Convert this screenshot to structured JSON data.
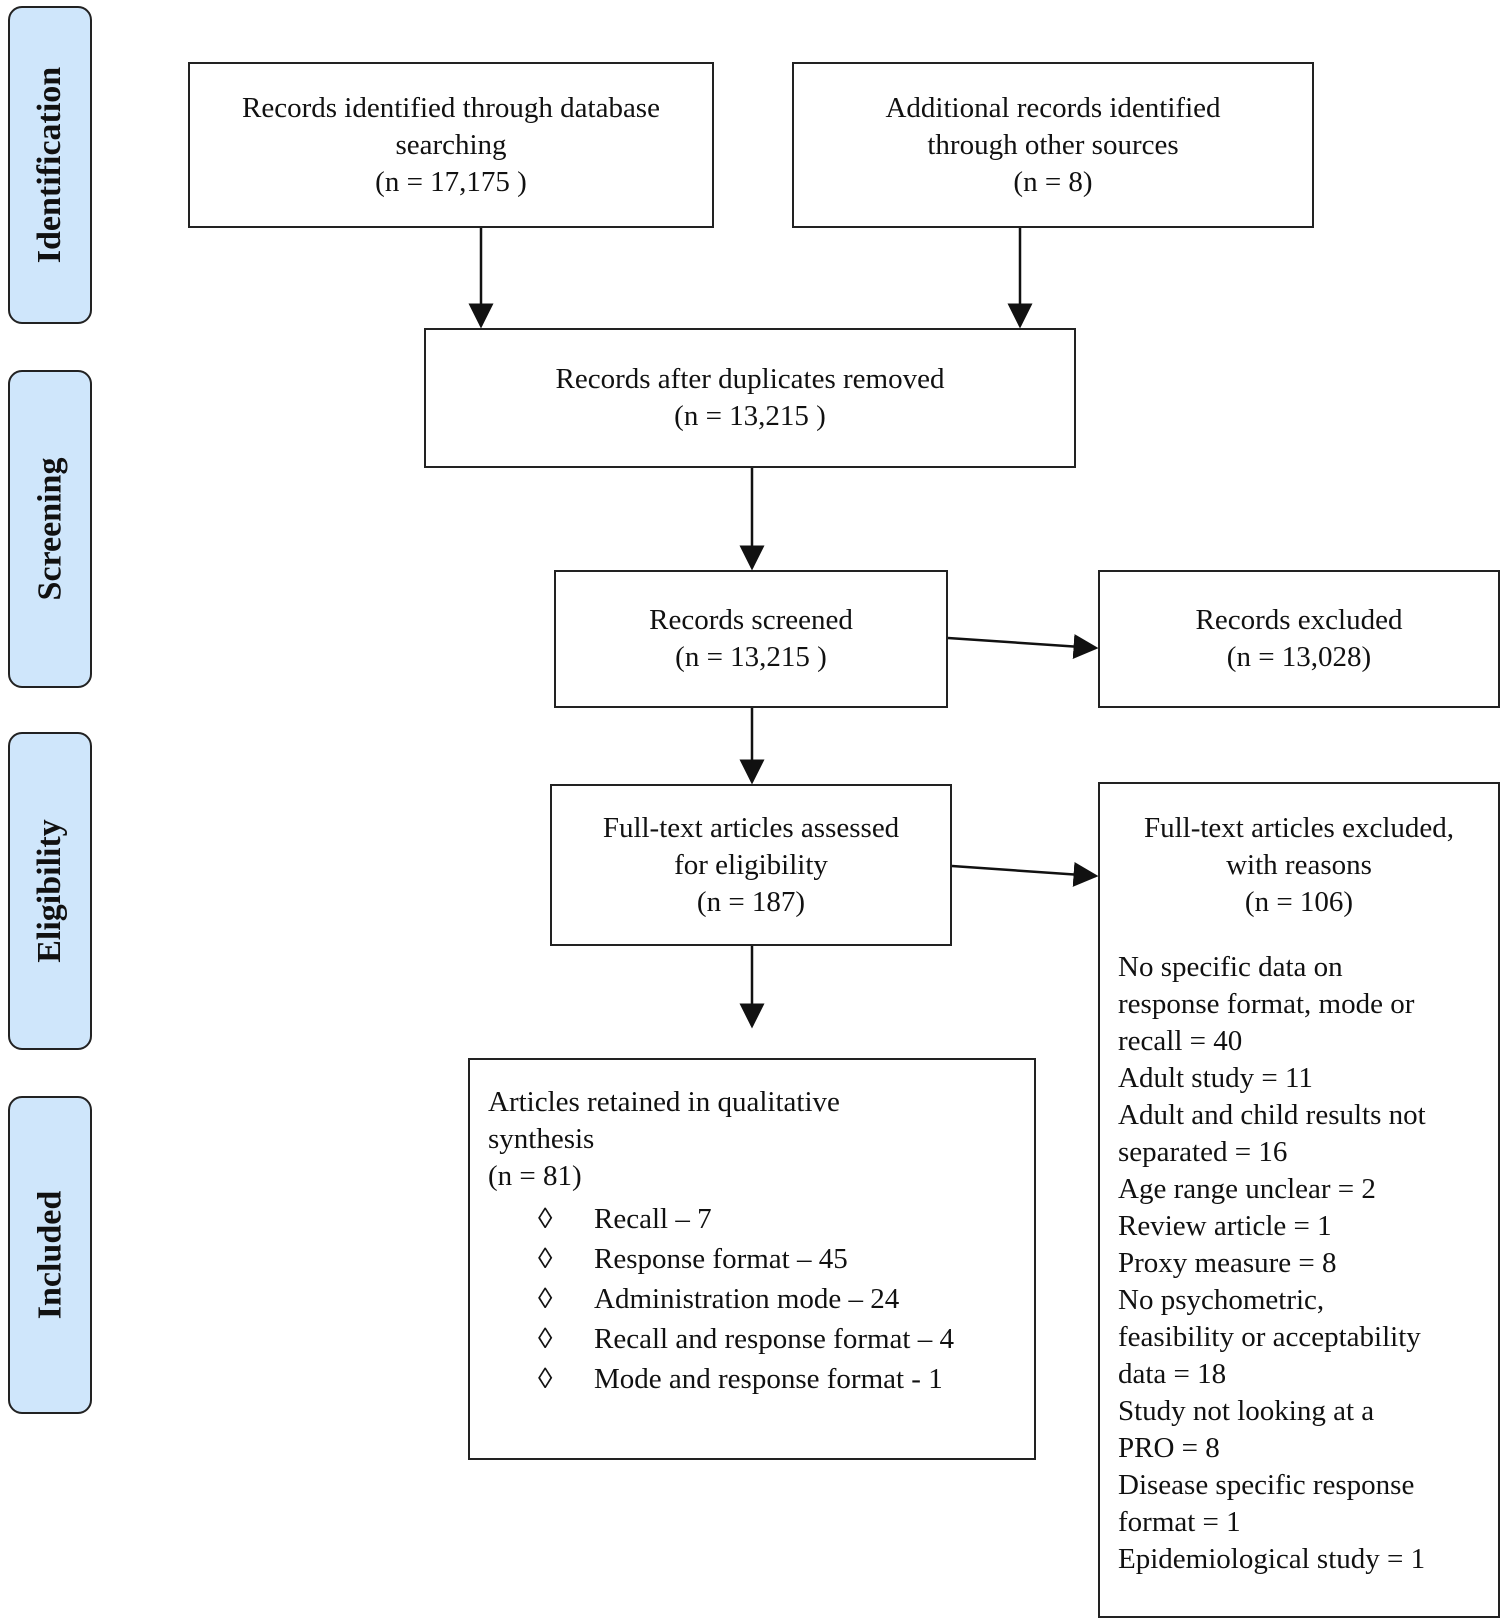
{
  "phases": {
    "identification": "Identification",
    "screening": "Screening",
    "eligibility": "Eligibility",
    "included": "Included"
  },
  "boxes": {
    "database_search": {
      "line1": "Records identified through database",
      "line2": "searching",
      "line3": "(n = 17,175  )"
    },
    "other_sources": {
      "line1": "Additional records identified",
      "line2": "through other sources",
      "line3": "(n = 8)"
    },
    "duplicates_removed": {
      "line1": "Records after duplicates removed",
      "line2": "(n = 13,215  )"
    },
    "screened": {
      "line1": "Records screened",
      "line2": "(n = 13,215  )"
    },
    "excluded": {
      "line1": "Records excluded",
      "line2": "(n = 13,028)"
    },
    "fulltext_assessed": {
      "line1": "Full-text articles assessed",
      "line2": "for eligibility",
      "line3": "(n = 187)"
    },
    "fulltext_excluded": {
      "line1": "Full-text articles excluded,",
      "line2": "with reasons",
      "line3": "(n = 106)",
      "reasons": [
        "No specific data on",
        "response format, mode or",
        "recall = 40",
        "Adult study = 11",
        "Adult and child results not",
        "separated = 16",
        "Age range unclear = 2",
        "Review article = 1",
        "Proxy measure = 8",
        "No psychometric,",
        "feasibility or acceptability",
        "data = 18",
        "Study not looking at a",
        "PRO = 8",
        "Disease specific response",
        "format = 1",
        "Epidemiological study = 1"
      ]
    },
    "included": {
      "line1": "Articles retained in qualitative",
      "line2": "synthesis",
      "line3": "(n = 81)",
      "bullet_symbol": "◊",
      "items": [
        "Recall – 7",
        "Response format – 45",
        "Administration mode – 24",
        "Recall and response format – 4",
        "Mode and response format - 1"
      ]
    }
  }
}
